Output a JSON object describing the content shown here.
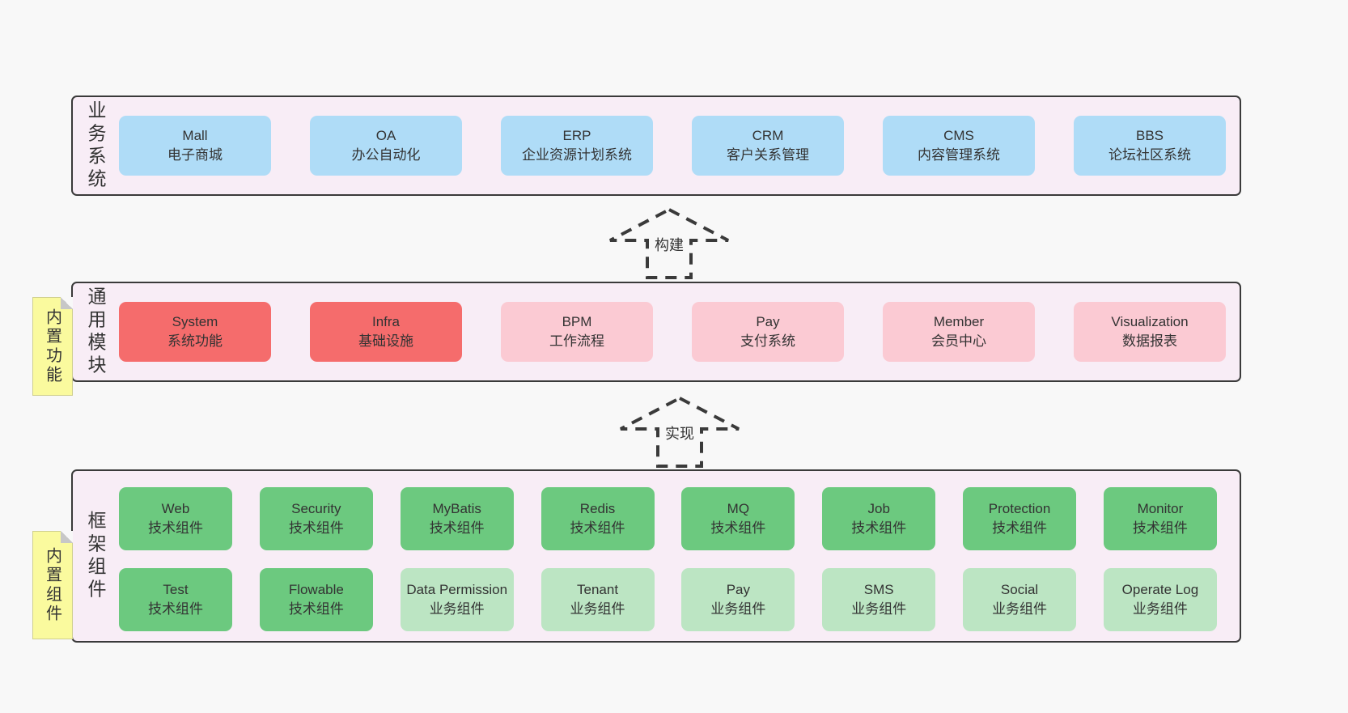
{
  "diagram": {
    "colors": {
      "blue": "#afdcf7",
      "red": "#f56c6c",
      "pink": "#fbcad3",
      "green": "#6cc97f",
      "lightgreen": "#bce5c3",
      "band_background": "#f8edf6",
      "band_border": "#3a3a3a",
      "note_background": "#fafa9e",
      "text": "#333333"
    },
    "arrows": [
      {
        "label": "构建"
      },
      {
        "label": "实现"
      }
    ],
    "bands": [
      {
        "name": "business-systems",
        "label": "业务系统",
        "boxes": [
          {
            "title": "Mall",
            "subtitle": "电子商城",
            "variant": "blue"
          },
          {
            "title": "OA",
            "subtitle": "办公自动化",
            "variant": "blue"
          },
          {
            "title": "ERP",
            "subtitle": "企业资源计划系统",
            "variant": "blue"
          },
          {
            "title": "CRM",
            "subtitle": "客户关系管理",
            "variant": "blue"
          },
          {
            "title": "CMS",
            "subtitle": "内容管理系统",
            "variant": "blue"
          },
          {
            "title": "BBS",
            "subtitle": "论坛社区系统",
            "variant": "blue"
          }
        ]
      },
      {
        "name": "common-modules",
        "label": "通用模块",
        "note": "内置功能",
        "boxes": [
          {
            "title": "System",
            "subtitle": "系统功能",
            "variant": "red"
          },
          {
            "title": "Infra",
            "subtitle": "基础设施",
            "variant": "red"
          },
          {
            "title": "BPM",
            "subtitle": "工作流程",
            "variant": "pink"
          },
          {
            "title": "Pay",
            "subtitle": "支付系统",
            "variant": "pink"
          },
          {
            "title": "Member",
            "subtitle": "会员中心",
            "variant": "pink"
          },
          {
            "title": "Visualization",
            "subtitle": "数据报表",
            "variant": "pink"
          }
        ]
      },
      {
        "name": "framework-components",
        "label": "框架组件",
        "note": "内置组件",
        "rows": [
          [
            {
              "title": "Web",
              "subtitle": "技术组件",
              "variant": "green"
            },
            {
              "title": "Security",
              "subtitle": "技术组件",
              "variant": "green"
            },
            {
              "title": "MyBatis",
              "subtitle": "技术组件",
              "variant": "green"
            },
            {
              "title": "Redis",
              "subtitle": "技术组件",
              "variant": "green"
            },
            {
              "title": "MQ",
              "subtitle": "技术组件",
              "variant": "green"
            },
            {
              "title": "Job",
              "subtitle": "技术组件",
              "variant": "green"
            },
            {
              "title": "Protection",
              "subtitle": "技术组件",
              "variant": "green"
            },
            {
              "title": "Monitor",
              "subtitle": "技术组件",
              "variant": "green"
            }
          ],
          [
            {
              "title": "Test",
              "subtitle": "技术组件",
              "variant": "green"
            },
            {
              "title": "Flowable",
              "subtitle": "技术组件",
              "variant": "green"
            },
            {
              "title": "Data Permission",
              "subtitle": "业务组件",
              "variant": "lightgreen"
            },
            {
              "title": "Tenant",
              "subtitle": "业务组件",
              "variant": "lightgreen"
            },
            {
              "title": "Pay",
              "subtitle": "业务组件",
              "variant": "lightgreen"
            },
            {
              "title": "SMS",
              "subtitle": "业务组件",
              "variant": "lightgreen"
            },
            {
              "title": "Social",
              "subtitle": "业务组件",
              "variant": "lightgreen"
            },
            {
              "title": "Operate Log",
              "subtitle": "业务组件",
              "variant": "lightgreen"
            }
          ]
        ]
      }
    ]
  }
}
